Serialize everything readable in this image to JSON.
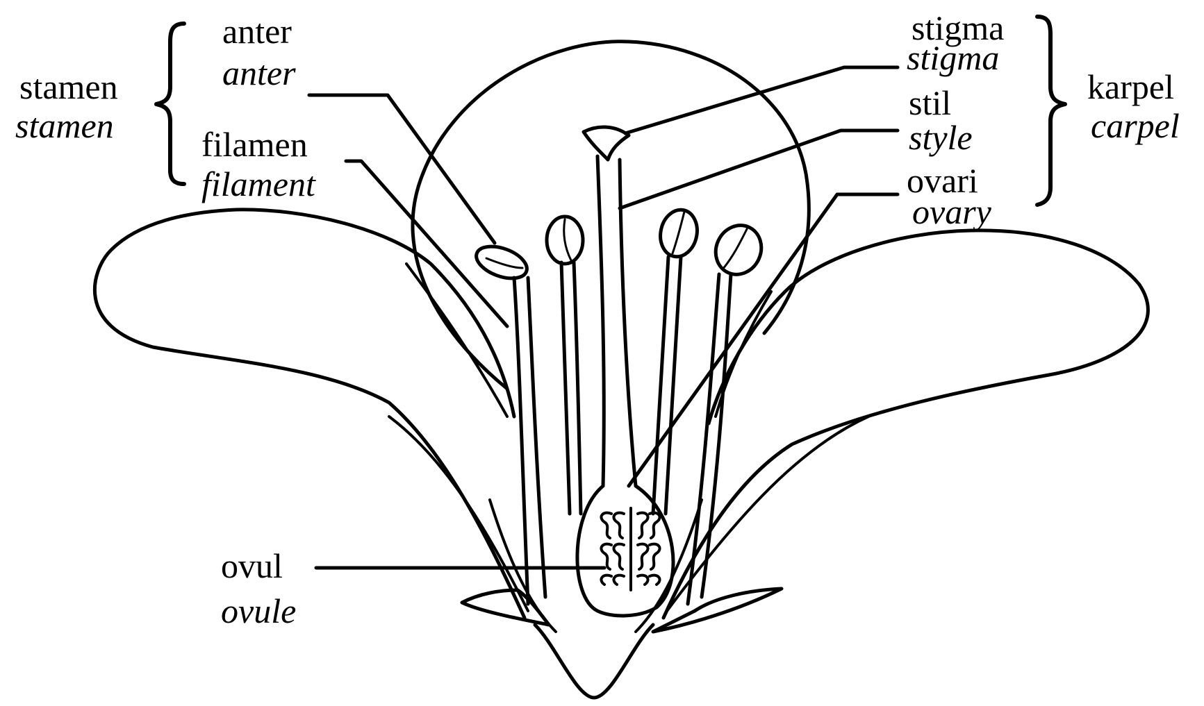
{
  "labels": {
    "stamen": {
      "ms": "stamen",
      "en": "stamen"
    },
    "anther": {
      "ms": "anter",
      "en": "anter"
    },
    "filament": {
      "ms": "filamen",
      "en": "filament"
    },
    "stigma": {
      "ms": "stigma",
      "en": "stigma"
    },
    "style": {
      "ms": "stil",
      "en": "style"
    },
    "ovary": {
      "ms": "ovari",
      "en": "ovary"
    },
    "carpel": {
      "ms": "karpel",
      "en": "carpel"
    },
    "ovule": {
      "ms": "ovul",
      "en": "ovule"
    }
  },
  "colors": {
    "ink": "#000000",
    "background": "#ffffff"
  }
}
